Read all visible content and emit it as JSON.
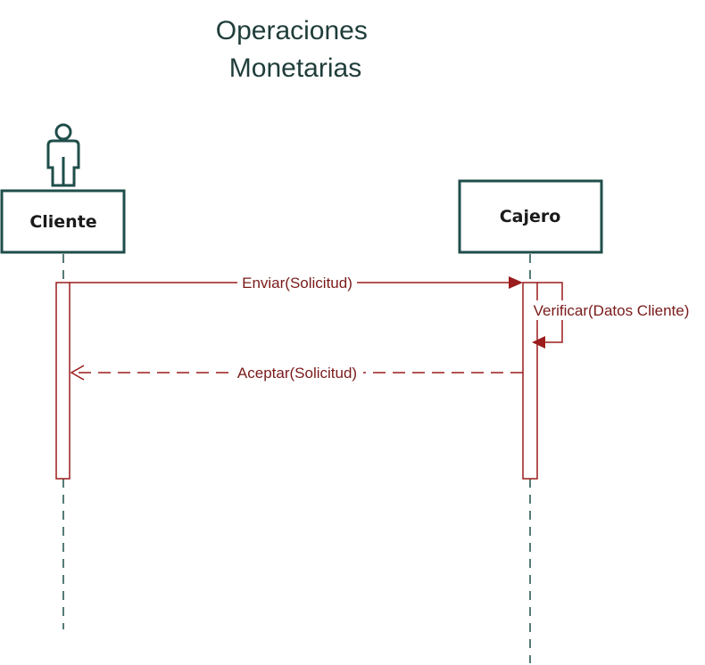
{
  "diagram": {
    "type": "sequence",
    "title_lines": [
      "Operaciones",
      "Monetarias"
    ],
    "participants": [
      {
        "id": "cliente",
        "label": "Cliente",
        "kind": "actor",
        "icon": "person-icon"
      },
      {
        "id": "cajero",
        "label": "Cajero",
        "kind": "object"
      }
    ],
    "messages": [
      {
        "from": "cliente",
        "to": "cajero",
        "label": "Enviar(Solicitud)",
        "style": "solid",
        "kind": "call"
      },
      {
        "from": "cajero",
        "to": "cajero",
        "label": "Verificar(Datos Cliente)",
        "style": "solid",
        "kind": "self"
      },
      {
        "from": "cajero",
        "to": "cliente",
        "label": "Aceptar(Solicitud)",
        "style": "dashed",
        "kind": "return"
      }
    ]
  },
  "colors": {
    "outline": "#1f4e4a",
    "message": "#9b1c1c",
    "title": "#1f3d3a"
  }
}
